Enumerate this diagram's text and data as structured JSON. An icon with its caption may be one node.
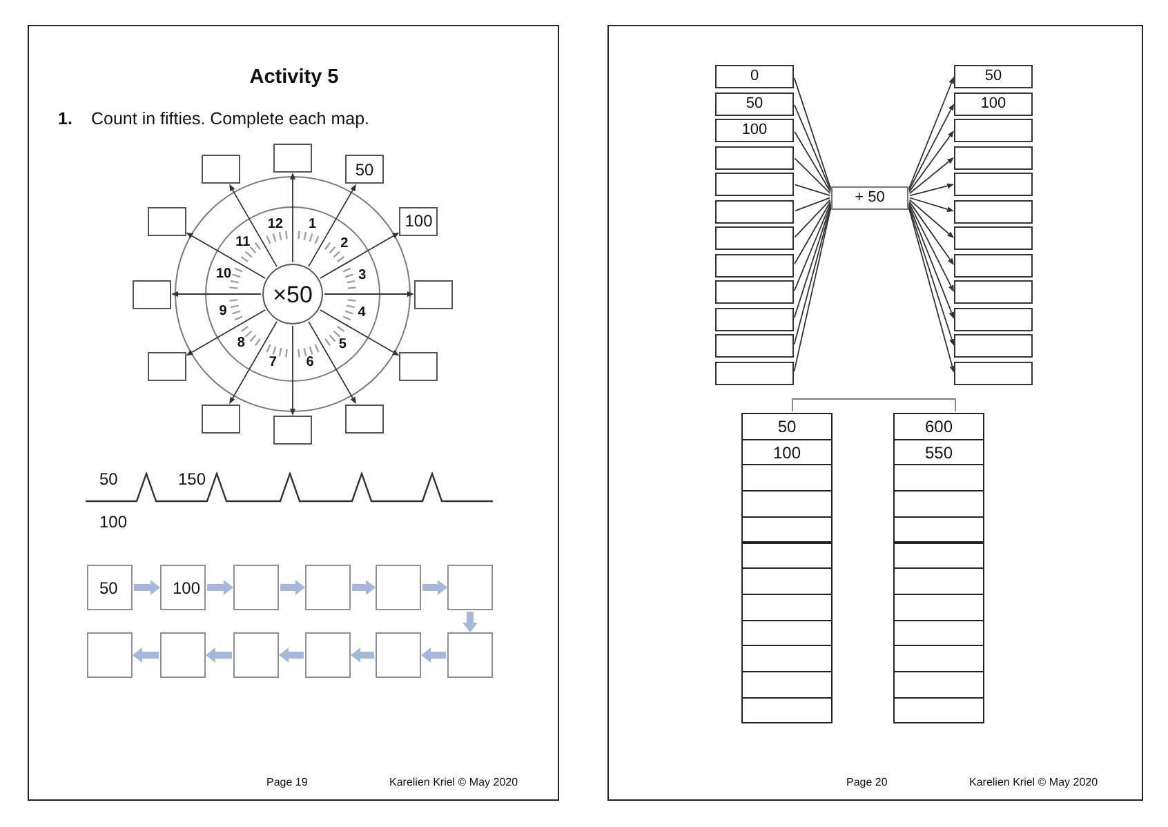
{
  "diagram": {
    "title": "Activity 5",
    "nodes": [
      {
        "text": [
          "×50"
        ]
      },
      {
        "text": [],
        "shape": "box"
      },
      {
        "text": [
          "50"
        ]
      },
      {
        "text": [
          "100"
        ]
      },
      {
        "text": [],
        "shape": "box"
      },
      {
        "text": [],
        "shape": "box"
      },
      {
        "text": [],
        "shape": "box"
      },
      {
        "text": [],
        "shape": "box"
      },
      {
        "text": [],
        "shape": "box"
      },
      {
        "text": [],
        "shape": "box"
      },
      {
        "text": [],
        "shape": "box"
      },
      {
        "text": [],
        "shape": "box"
      },
      {
        "text": [],
        "shape": "box"
      },
      {
        "text": [
          "50"
        ]
      },
      {
        "text": [
          "100"
        ]
      },
      {
        "text": [],
        "shape": "box"
      },
      {
        "text": [],
        "shape": "box"
      },
      {
        "text": [],
        "shape": "box"
      },
      {
        "text": [],
        "shape": "box"
      },
      {
        "text": [],
        "shape": "box"
      },
      {
        "text": [],
        "shape": "box"
      },
      {
        "text": [],
        "shape": "box"
      },
      {
        "text": [],
        "shape": "box"
      },
      {
        "text": [],
        "shape": "box"
      },
      {
        "text": [],
        "shape": "box"
      },
      {
        "text": [
          "0"
        ]
      },
      {
        "text": [
          "50"
        ]
      },
      {
        "text": [
          "100"
        ]
      },
      {
        "text": [],
        "shape": "box"
      },
      {
        "text": [],
        "shape": "box"
      },
      {
        "text": [],
        "shape": "box"
      },
      {
        "text": [],
        "shape": "box"
      },
      {
        "text": [],
        "shape": "box"
      },
      {
        "text": [],
        "shape": "box"
      },
      {
        "text": [],
        "shape": "box"
      },
      {
        "text": [],
        "shape": "box"
      },
      {
        "text": [],
        "shape": "box"
      },
      {
        "text": [
          "+ 50"
        ]
      },
      {
        "text": [
          "50"
        ]
      },
      {
        "text": [
          "100"
        ]
      },
      {
        "text": [],
        "shape": "box"
      },
      {
        "text": [],
        "shape": "box"
      },
      {
        "text": [],
        "shape": "box"
      },
      {
        "text": [],
        "shape": "box"
      },
      {
        "text": [],
        "shape": "box"
      },
      {
        "text": [],
        "shape": "box"
      },
      {
        "text": [],
        "shape": "box"
      },
      {
        "text": [],
        "shape": "box"
      },
      {
        "text": [],
        "shape": "box"
      },
      {
        "text": [],
        "shape": "box"
      },
      {
        "text": [
          "50"
        ]
      },
      {
        "text": [
          "100"
        ]
      },
      {
        "text": [],
        "shape": "box"
      },
      {
        "text": [],
        "shape": "box"
      },
      {
        "text": [],
        "shape": "box"
      },
      {
        "text": [],
        "shape": "box"
      },
      {
        "text": [],
        "shape": "box"
      },
      {
        "text": [],
        "shape": "box"
      },
      {
        "text": [],
        "shape": "box"
      },
      {
        "text": [],
        "shape": "box"
      },
      {
        "text": [],
        "shape": "box"
      },
      {
        "text": [],
        "shape": "box"
      },
      {
        "text": [
          "600"
        ]
      },
      {
        "text": [
          "550"
        ]
      },
      {
        "text": [],
        "shape": "box"
      },
      {
        "text": [],
        "shape": "box"
      },
      {
        "text": [],
        "shape": "box"
      },
      {
        "text": [],
        "shape": "box"
      },
      {
        "text": [],
        "shape": "box"
      },
      {
        "text": [],
        "shape": "box"
      },
      {
        "text": [],
        "shape": "box"
      },
      {
        "text": [],
        "shape": "box"
      },
      {
        "text": [],
        "shape": "box"
      },
      {
        "text": [],
        "shape": "box"
      }
    ],
    "edges": [
      {
        "from": 0,
        "to": 1,
        "arrow": "to"
      },
      {
        "from": 0,
        "to": 2,
        "arrow": "to"
      },
      {
        "from": 0,
        "to": 3,
        "arrow": "to"
      },
      {
        "from": 0,
        "to": 4,
        "arrow": "to"
      },
      {
        "from": 0,
        "to": 5,
        "arrow": "to"
      },
      {
        "from": 0,
        "to": 6,
        "arrow": "to"
      },
      {
        "from": 0,
        "to": 7,
        "arrow": "to"
      },
      {
        "from": 0,
        "to": 8,
        "arrow": "to"
      },
      {
        "from": 0,
        "to": 9,
        "arrow": "to"
      },
      {
        "from": 0,
        "to": 10,
        "arrow": "to"
      },
      {
        "from": 0,
        "to": 11,
        "arrow": "to"
      },
      {
        "from": 0,
        "to": 12,
        "arrow": "to"
      },
      {
        "from": 13,
        "to": 14,
        "arrow": "to",
        "style": "thick",
        "color": "#a3b8dc"
      },
      {
        "from": 14,
        "to": 15,
        "arrow": "to",
        "style": "thick",
        "color": "#a3b8dc"
      },
      {
        "from": 15,
        "to": 16,
        "arrow": "to",
        "style": "thick",
        "color": "#a3b8dc"
      },
      {
        "from": 16,
        "to": 17,
        "arrow": "to",
        "style": "thick",
        "color": "#a3b8dc"
      },
      {
        "from": 17,
        "to": 18,
        "arrow": "to",
        "style": "thick",
        "color": "#a3b8dc"
      },
      {
        "from": 18,
        "to": 24,
        "arrow": "to",
        "style": "thick",
        "color": "#a3b8dc"
      },
      {
        "from": 24,
        "to": 23,
        "arrow": "to",
        "style": "thick",
        "color": "#a3b8dc"
      },
      {
        "from": 23,
        "to": 22,
        "arrow": "to",
        "style": "thick",
        "color": "#a3b8dc"
      },
      {
        "from": 22,
        "to": 21,
        "arrow": "to",
        "style": "thick",
        "color": "#a3b8dc"
      },
      {
        "from": 21,
        "to": 20,
        "arrow": "to",
        "style": "thick",
        "color": "#a3b8dc"
      },
      {
        "from": 20,
        "to": 19,
        "arrow": "to",
        "style": "thick",
        "color": "#a3b8dc"
      },
      {
        "from": 25,
        "to": 37,
        "arrow": "none"
      },
      {
        "from": 26,
        "to": 37,
        "arrow": "none"
      },
      {
        "from": 27,
        "to": 37,
        "arrow": "none"
      },
      {
        "from": 28,
        "to": 37,
        "arrow": "none"
      },
      {
        "from": 29,
        "to": 37,
        "arrow": "none"
      },
      {
        "from": 30,
        "to": 37,
        "arrow": "none"
      },
      {
        "from": 31,
        "to": 37,
        "arrow": "none"
      },
      {
        "from": 32,
        "to": 37,
        "arrow": "none"
      },
      {
        "from": 33,
        "to": 37,
        "arrow": "none"
      },
      {
        "from": 34,
        "to": 37,
        "arrow": "none"
      },
      {
        "from": 35,
        "to": 37,
        "arrow": "none"
      },
      {
        "from": 36,
        "to": 37,
        "arrow": "none"
      },
      {
        "from": 37,
        "to": 38,
        "arrow": "to"
      },
      {
        "from": 37,
        "to": 39,
        "arrow": "to"
      },
      {
        "from": 37,
        "to": 40,
        "arrow": "to"
      },
      {
        "from": 37,
        "to": 41,
        "arrow": "to"
      },
      {
        "from": 37,
        "to": 42,
        "arrow": "to"
      },
      {
        "from": 37,
        "to": 43,
        "arrow": "to"
      },
      {
        "from": 37,
        "to": 44,
        "arrow": "to"
      },
      {
        "from": 37,
        "to": 45,
        "arrow": "to"
      },
      {
        "from": 37,
        "to": 46,
        "arrow": "to"
      },
      {
        "from": 37,
        "to": 47,
        "arrow": "to"
      },
      {
        "from": 37,
        "to": 48,
        "arrow": "to"
      },
      {
        "from": 37,
        "to": 49,
        "arrow": "to"
      },
      {
        "from": 50,
        "to": 62,
        "arrow": "none",
        "color": "#808080"
      }
    ],
    "labels": [
      "1.",
      "Count in fifties. Complete each map.",
      "12",
      "1",
      "11",
      "2",
      "10",
      "3",
      "9",
      "4",
      "8",
      "5",
      "7",
      "6",
      "50",
      "150",
      "100",
      "Page 19",
      "Karelien Kriel © May 2020",
      "Page 20",
      "Karelien Kriel © May 2020"
    ]
  }
}
